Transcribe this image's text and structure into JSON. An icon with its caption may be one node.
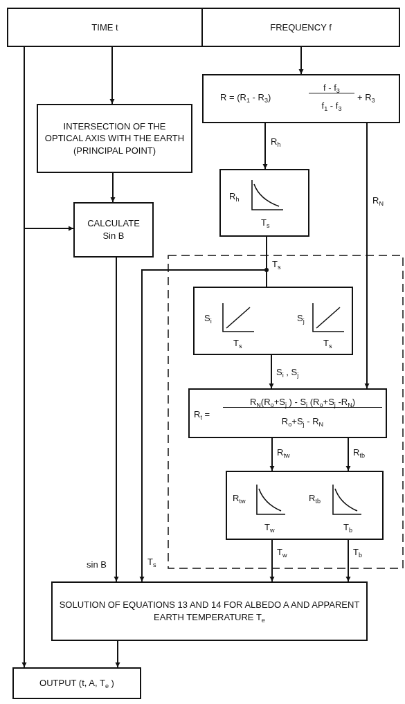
{
  "diagram": {
    "nodes": [
      {
        "text": [
          "TIME t"
        ]
      },
      {
        "text": [
          "FREQUENCY f"
        ]
      },
      {
        "text": [
          "INTERSECTION OF THE OPTICAL AXIS WITH THE EARTH (PRINCIPAL POINT)"
        ]
      },
      {
        "text": [
          "R = (R$_{1}$ - R$_{3}$)",
          "f - f$_{3}$",
          "f$_{1}$ - f$_{3}$",
          "+ R$_{3}$"
        ]
      },
      {
        "text": [
          "R$_{h}$",
          "T$_{s}$"
        ]
      },
      {
        "text": [
          "CALCULATE Sin B"
        ]
      },
      {
        "text": [
          "S$_{i}$",
          "T$_{s}$",
          "S$_{j}$",
          "T$_{s}$"
        ]
      },
      {
        "text": [
          "R$_{t}$ =",
          "R$_{N}$(R$_{o}$+S$_{j}$ ) - S$_{i}$ (R$_{o}$+S$_{j}$ -R$_{N}$)",
          "R$_{o}$+S$_{j}$ - R$_{N}$"
        ]
      },
      {
        "text": [
          "R$_{tw}$",
          "T$_{w}$",
          "R$_{tb}$",
          "T$_{b}$"
        ]
      },
      {
        "text": [
          "SOLUTION OF EQUATIONS 13 AND 14 FOR ALBEDO A AND APPARENT EARTH TEMPERATURE T$_{e}$"
        ]
      },
      {
        "text": [
          "OUTPUT (t, A, T$_{e}$ )"
        ]
      }
    ],
    "edges": [
      {
        "from": 0,
        "to": 2,
        "arrow": "to"
      },
      {
        "from": 2,
        "to": 5,
        "arrow": "to"
      },
      {
        "from": 0,
        "to": 5,
        "arrow": "to"
      },
      {
        "from": 0,
        "to": 10,
        "arrow": "to"
      },
      {
        "from": 1,
        "to": 3,
        "arrow": "to"
      },
      {
        "from": 3,
        "to": 4,
        "arrow": "to",
        "label": "R$_{h}$"
      },
      {
        "from": 3,
        "to": 7,
        "arrow": "to",
        "label": "R$_{N}$"
      },
      {
        "from": 4,
        "to": 6,
        "arrow": "none",
        "label": "T$_{s}$"
      },
      {
        "from": 4,
        "to": 9,
        "arrow": "to",
        "label": "T$_{s}$"
      },
      {
        "from": 6,
        "to": 7,
        "arrow": "to",
        "label": "S$_{i}$ , S$_{j}$"
      },
      {
        "from": 7,
        "to": 8,
        "arrow": "to",
        "label": "R$_{tw}$"
      },
      {
        "from": 7,
        "to": 8,
        "arrow": "to",
        "label": "R$_{tb}$"
      },
      {
        "from": 8,
        "to": 9,
        "arrow": "to",
        "label": "T$_{w}$"
      },
      {
        "from": 8,
        "to": 9,
        "arrow": "to",
        "label": "T$_{b}$"
      },
      {
        "from": 5,
        "to": 9,
        "arrow": "to",
        "label": "sin B"
      },
      {
        "from": 9,
        "to": 10,
        "arrow": "to"
      }
    ]
  }
}
